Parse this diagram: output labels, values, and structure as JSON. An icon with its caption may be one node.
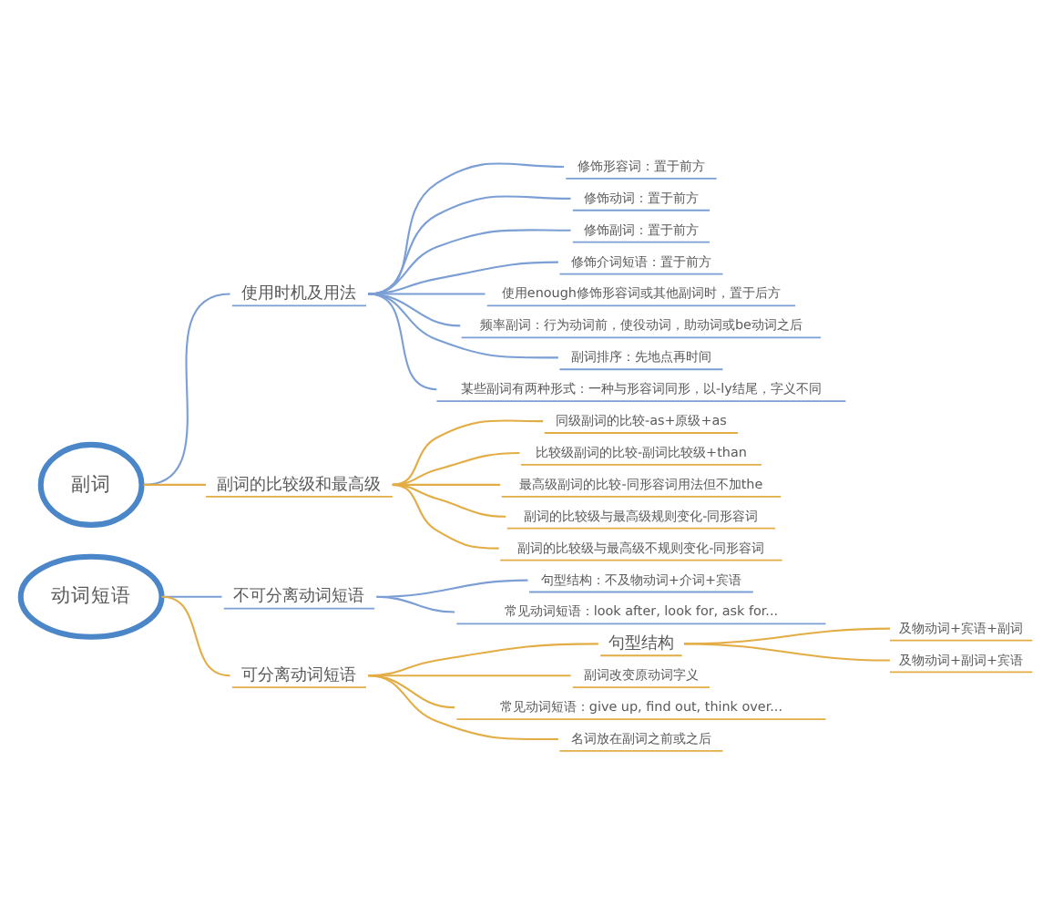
{
  "diagram": {
    "nodes": [
      {
        "text": [
          "副词"
        ]
      },
      {
        "text": [
          "使用时机及用法"
        ]
      },
      {
        "text": [
          "修饰形容词：置于前方"
        ]
      },
      {
        "text": [
          "修饰动词：置于前方"
        ]
      },
      {
        "text": [
          "修饰副词：置于前方"
        ]
      },
      {
        "text": [
          "修饰介词短语：置于前方"
        ]
      },
      {
        "text": [
          "使用enough修饰形容词或其他副词时，置于后方"
        ]
      },
      {
        "text": [
          "频率副词：行为动词前，使役动词，助动词或be动词之后"
        ]
      },
      {
        "text": [
          "副词排序：先地点再时间"
        ]
      },
      {
        "text": [
          "某些副词有两种形式：一种与形容词同形，以-ly结尾，字义不同"
        ]
      },
      {
        "text": [
          "副词的比较级和最高级"
        ]
      },
      {
        "text": [
          "同级副词的比较-as+原级+as"
        ]
      },
      {
        "text": [
          "比较级副词的比较-副词比较级+than"
        ]
      },
      {
        "text": [
          "最高级副词的比较-同形容词用法但不加the"
        ]
      },
      {
        "text": [
          "副词的比较级与最高级规则变化-同形容词"
        ]
      },
      {
        "text": [
          "副词的比较级与最高级不规则变化-同形容词"
        ]
      },
      {
        "text": [
          "动词短语"
        ]
      },
      {
        "text": [
          "不可分离动词短语"
        ]
      },
      {
        "text": [
          "句型结构：不及物动词+介词+宾语"
        ]
      },
      {
        "text": [
          "常见动词短语：look after, look for, ask for..."
        ]
      },
      {
        "text": [
          "可分离动词短语"
        ]
      },
      {
        "text": [
          "句型结构"
        ]
      },
      {
        "text": [
          "及物动词+宾语+副词"
        ]
      },
      {
        "text": [
          "及物动词+副词+宾语"
        ]
      },
      {
        "text": [
          "副词改变原动词字义"
        ]
      },
      {
        "text": [
          "常见动词短语：give up, find out, think over..."
        ]
      },
      {
        "text": [
          "名词放在副词之前或之后"
        ]
      }
    ],
    "edges": [
      {
        "from": 0,
        "to": 1,
        "arrow": "none",
        "color": "#7b9fd4"
      },
      {
        "from": 1,
        "to": 2,
        "arrow": "none",
        "color": "#7b9fd4"
      },
      {
        "from": 1,
        "to": 3,
        "arrow": "none",
        "color": "#7b9fd4"
      },
      {
        "from": 1,
        "to": 4,
        "arrow": "none",
        "color": "#7b9fd4"
      },
      {
        "from": 1,
        "to": 5,
        "arrow": "none",
        "color": "#7b9fd4"
      },
      {
        "from": 1,
        "to": 6,
        "arrow": "none",
        "color": "#7b9fd4"
      },
      {
        "from": 1,
        "to": 7,
        "arrow": "none",
        "color": "#7b9fd4"
      },
      {
        "from": 1,
        "to": 8,
        "arrow": "none",
        "color": "#7b9fd4"
      },
      {
        "from": 1,
        "to": 9,
        "arrow": "none",
        "color": "#7b9fd4"
      },
      {
        "from": 0,
        "to": 10,
        "arrow": "none"
      },
      {
        "from": 10,
        "to": 11,
        "arrow": "none"
      },
      {
        "from": 10,
        "to": 12,
        "arrow": "none"
      },
      {
        "from": 10,
        "to": 13,
        "arrow": "none"
      },
      {
        "from": 10,
        "to": 14,
        "arrow": "none"
      },
      {
        "from": 10,
        "to": 15,
        "arrow": "none"
      },
      {
        "from": 16,
        "to": 17,
        "arrow": "none",
        "color": "#7b9fd4"
      },
      {
        "from": 17,
        "to": 18,
        "arrow": "none",
        "color": "#7b9fd4"
      },
      {
        "from": 17,
        "to": 19,
        "arrow": "none",
        "color": "#7b9fd4"
      },
      {
        "from": 16,
        "to": 20,
        "arrow": "none"
      },
      {
        "from": 20,
        "to": 21,
        "arrow": "none"
      },
      {
        "from": 21,
        "to": 22,
        "arrow": "none"
      },
      {
        "from": 21,
        "to": 23,
        "arrow": "none"
      },
      {
        "from": 20,
        "to": 24,
        "arrow": "none"
      },
      {
        "from": 20,
        "to": 25,
        "arrow": "none"
      },
      {
        "from": 20,
        "to": 26,
        "arrow": "none"
      }
    ]
  }
}
